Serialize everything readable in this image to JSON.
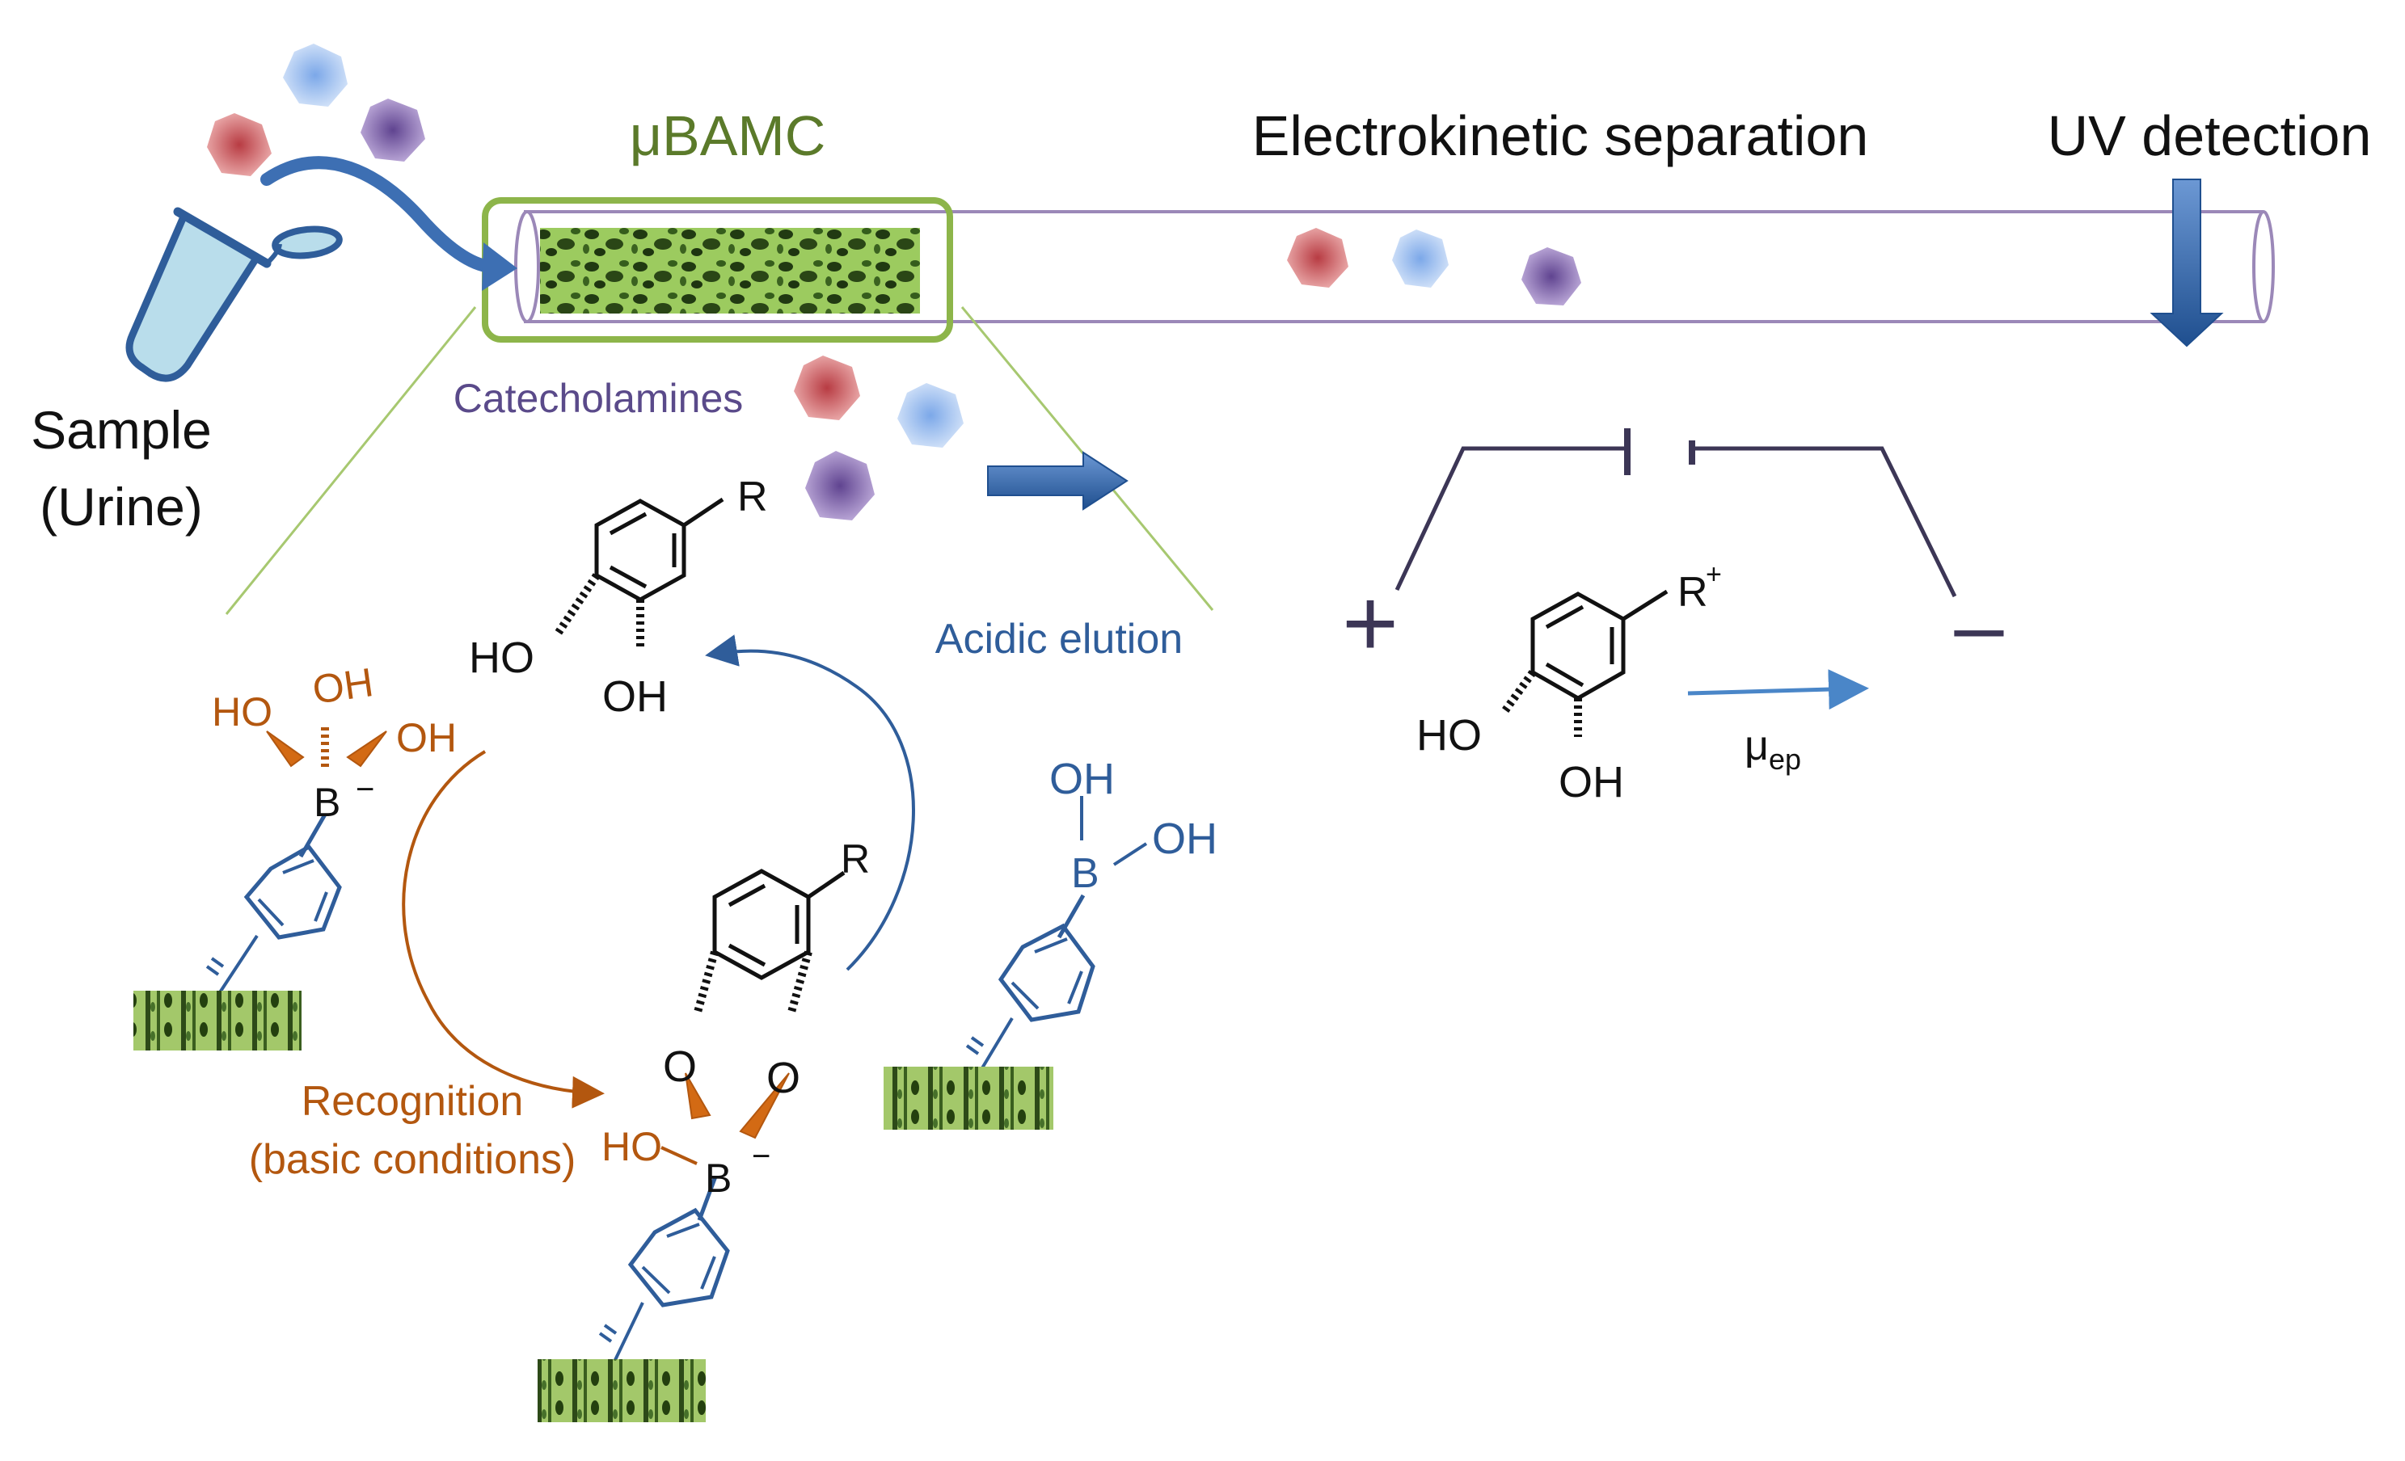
{
  "labels": {
    "sample_line1": "Sample",
    "sample_line2": "(Urine)",
    "ubamc": "μBAMC",
    "electrokinetic": "Electrokinetic separation",
    "uv_detection": "UV detection",
    "catecholamines": "Catecholamines",
    "acidic_elution": "Acidic elution",
    "recognition_line1": "Recognition",
    "recognition_line2": "(basic conditions)",
    "plus_sign": "+",
    "minus_sign": "–",
    "mu": "μ",
    "mu_sub": "ep"
  },
  "chemistry": {
    "catechol_R": "R",
    "catechol_HO": "HO",
    "catechol_OH": "OH",
    "boronate_HO": "HO",
    "boronate_OH_top": "OH",
    "boronate_OH_right": "OH",
    "boron": "B",
    "charge_minus": "−",
    "ester_O_left": "O",
    "ester_O_right": "O",
    "ester_HO": "HO",
    "boronic_OH_top": "OH",
    "boronic_OH_right": "OH",
    "cation_R": "R",
    "cation_plus": "+",
    "cation_HO": "HO",
    "cation_OH": "OH"
  },
  "colors": {
    "monolith_frame": "#8db54a",
    "ubamc_text": "#5b7a2a",
    "capillary": "#9b88b8",
    "arrow_blue": "#3d6fb3",
    "boron_orange": "#b3570f",
    "benzene_blue": "#2f5d9a",
    "catecholamine_text": "#5a4a8a",
    "red_hex": "#c95b5b",
    "blue_hex": "#7fa8e0",
    "purple_hex": "#7a5aa0",
    "support_green": "#8fb85a",
    "dark_line": "#3c3656"
  }
}
